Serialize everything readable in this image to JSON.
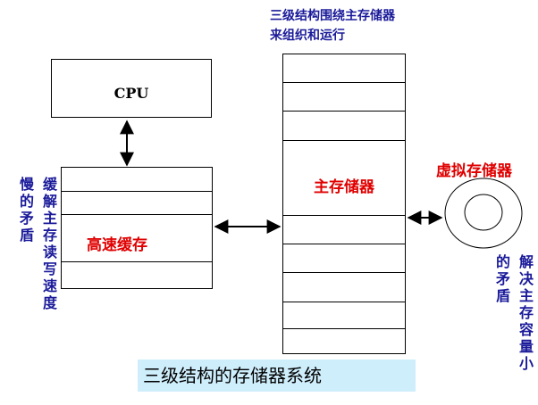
{
  "top_note": [
    "三级结构围绕主存储器",
    "来组织和运行"
  ],
  "cpu": {
    "label": "CPU"
  },
  "cache": {
    "label": "高速缓存"
  },
  "main_memory": {
    "label": "主存储器"
  },
  "virtual_memory": {
    "label": "虚拟存储器"
  },
  "left_notes": {
    "col1": "慢的矛盾",
    "col2": "缓解主存读写速度"
  },
  "right_notes": {
    "col1": "的矛盾",
    "col2": "解决主存容量小"
  },
  "footer": {
    "title": "三级结构的存储器系统"
  },
  "colors": {
    "note_text": "#1a1a9a",
    "box_label": "#e00000",
    "footer_bg": "#cfeefc"
  }
}
